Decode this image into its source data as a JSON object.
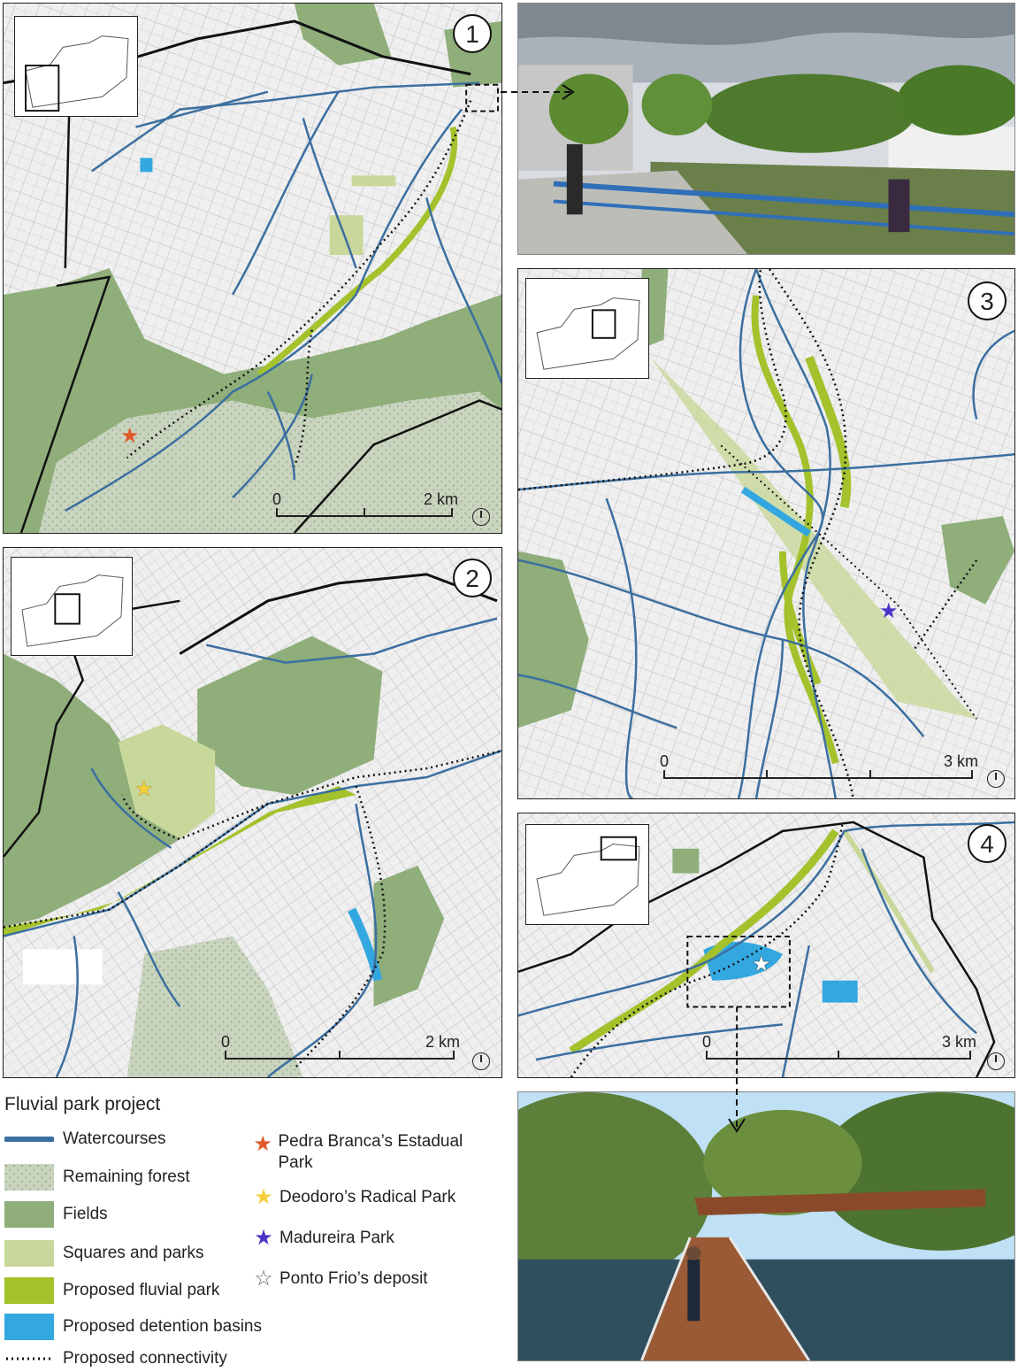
{
  "panels": [
    {
      "number": "1",
      "scale_start": "0",
      "scale_end": "2 km"
    },
    {
      "number": "2",
      "scale_start": "0",
      "scale_end": "2 km"
    },
    {
      "number": "3",
      "scale_start": "0",
      "scale_end": "3 km"
    },
    {
      "number": "4",
      "scale_start": "0",
      "scale_end": "3 km"
    }
  ],
  "legend": {
    "title": "Fluvial park project",
    "items": [
      {
        "label": "Watercourses",
        "symbol": "line",
        "color": "#3b6fa0"
      },
      {
        "label": "Remaining forest",
        "symbol": "dotted-fill",
        "color": "#c8d3bd"
      },
      {
        "label": "Fields",
        "symbol": "fill",
        "color": "#8fae7a"
      },
      {
        "label": "Squares and parks",
        "symbol": "fill",
        "color": "#c8d89a"
      },
      {
        "label": "Proposed fluvial park",
        "symbol": "fill",
        "color": "#a3c22c"
      },
      {
        "label": "Proposed detention basins",
        "symbol": "fill",
        "color": "#33a8e0"
      },
      {
        "label": "Proposed connectivity",
        "symbol": "dotted-line",
        "color": "#111111"
      }
    ],
    "markers": [
      {
        "label": "Pedra Branca’s Estadual Park",
        "icon": "star-icon",
        "color": "#e0592b"
      },
      {
        "label": "Deodoro’s Radical Park",
        "icon": "star-icon",
        "color": "#f4cf3a"
      },
      {
        "label": "Madureira Park",
        "icon": "star-icon",
        "color": "#4a36c8"
      },
      {
        "label": "Ponto Frio’s deposit",
        "icon": "star-outline-icon",
        "color": "#ffffff"
      }
    ]
  }
}
